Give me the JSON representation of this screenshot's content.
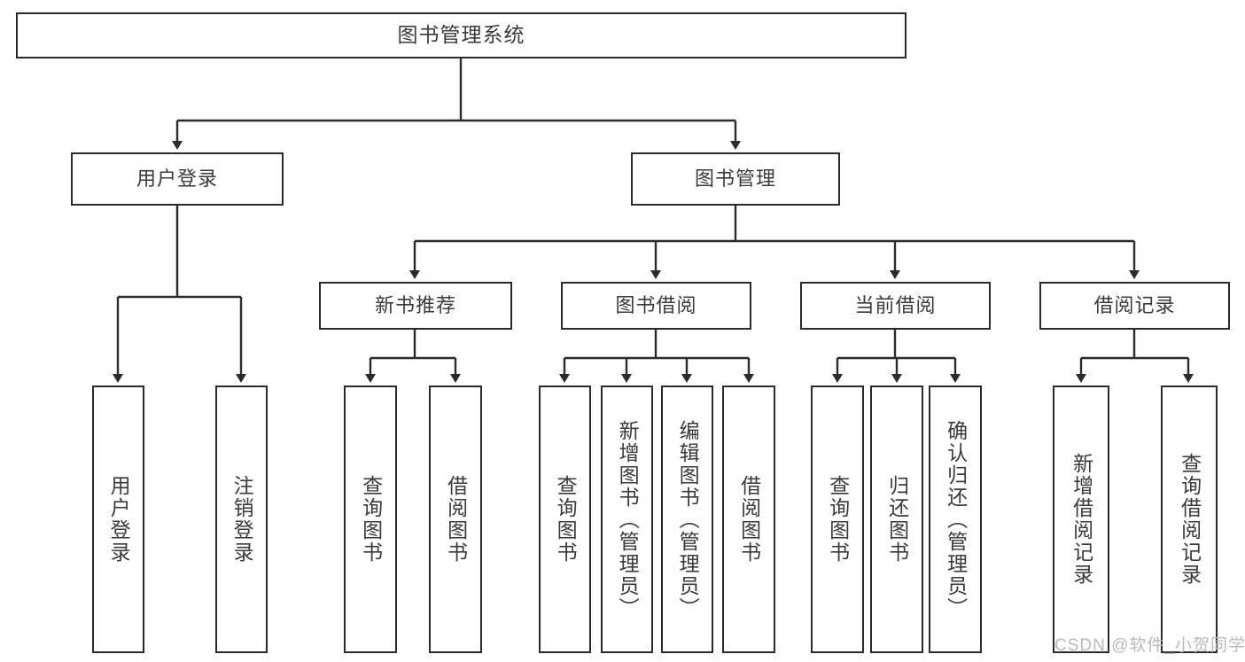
{
  "diagram": {
    "title": "图书管理系统",
    "type": "tree-hierarchy-diagram",
    "colors": {
      "border": "#2b2b2b",
      "text": "#3a3a3a",
      "background": "#ffffff",
      "watermark": "#b9b9b9"
    },
    "levels": {
      "root": {
        "label": "图书管理系统"
      },
      "level2": [
        {
          "label": "用户登录"
        },
        {
          "label": "图书管理"
        }
      ],
      "level3": [
        {
          "label": "新书推荐"
        },
        {
          "label": "图书借阅"
        },
        {
          "label": "当前借阅"
        },
        {
          "label": "借阅记录"
        }
      ],
      "leaves": [
        {
          "label": "用户登录"
        },
        {
          "label": "注销登录"
        },
        {
          "label": "查询图书"
        },
        {
          "label": "借阅图书"
        },
        {
          "label": "查询图书"
        },
        {
          "label": "新增图书（管理员）"
        },
        {
          "label": "编辑图书（管理员）"
        },
        {
          "label": "借阅图书"
        },
        {
          "label": "查询图书"
        },
        {
          "label": "归还图书"
        },
        {
          "label": "确认归还（管理员）"
        },
        {
          "label": "新增借阅记录"
        },
        {
          "label": "查询借阅记录"
        }
      ]
    }
  },
  "watermark": {
    "text": "CSDN @软件_小贺同学"
  }
}
